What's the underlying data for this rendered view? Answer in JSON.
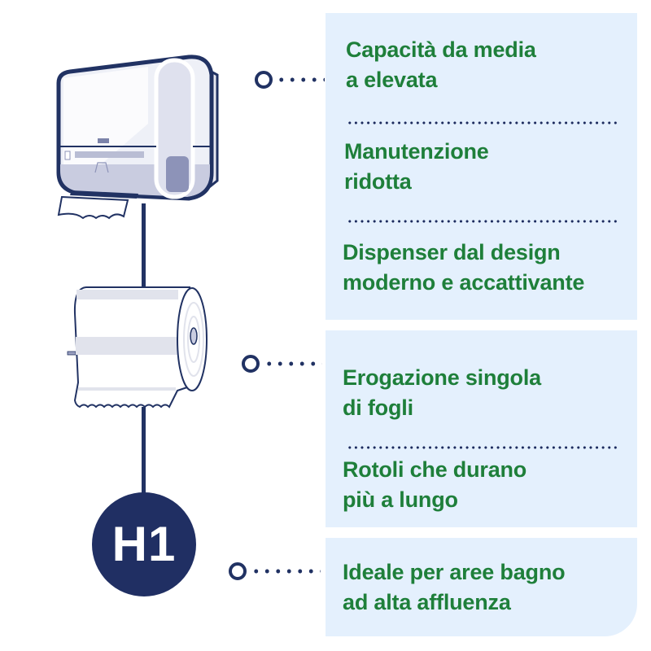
{
  "features": {
    "panel1": [
      {
        "label": "Capacità da media\na elevata"
      },
      {
        "label": "Manutenzione\nridotta"
      },
      {
        "label": "Dispenser dal design\nmoderno e accattivante"
      }
    ],
    "panel2": [
      {
        "label": "Erogazione singola\ndi fogli"
      },
      {
        "label": "Rotoli che durano\npiù a lungo"
      }
    ],
    "panel3": [
      {
        "label": "Ideale per aree bagno\nad alta affluenza"
      }
    ]
  },
  "badge": {
    "label": "H1"
  },
  "illustrations": {
    "dispenser": "towel-dispenser-icon",
    "roll": "paper-towel-roll-icon"
  },
  "colors": {
    "panel_bg": "#e4f0fd",
    "text_green": "#1e7f3a",
    "navy": "#213263"
  }
}
